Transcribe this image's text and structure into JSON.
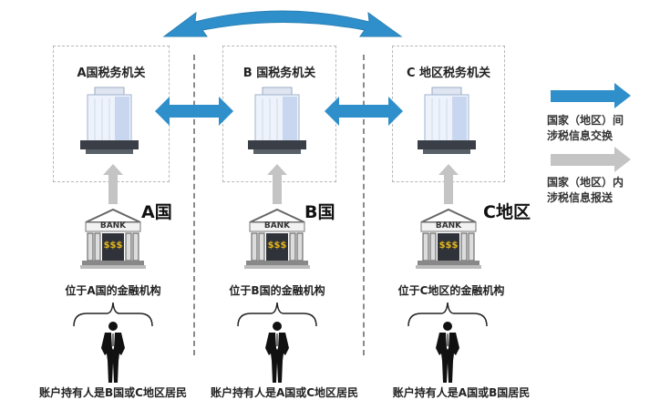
{
  "colors": {
    "exchange_arrow": "#2f8fcb",
    "report_arrow": "#c4c4c4",
    "box_border": "#b7b7b7"
  },
  "jurisdictions": [
    {
      "authority_title": "A国税务机关",
      "country_label": "A国",
      "bank_sign": "BANK",
      "bank_vault": "$$$",
      "institution_caption": "位于A国的金融机构",
      "holder_caption": "账户持有人是B国或C地区居民"
    },
    {
      "authority_title": "B 国税务机关",
      "country_label": "B国",
      "bank_sign": "BANK",
      "bank_vault": "$$$",
      "institution_caption": "位于B国的金融机构",
      "holder_caption": "账户持有人是A国或C地区居民"
    },
    {
      "authority_title": "C 地区税务机关",
      "country_label": "C地区",
      "bank_sign": "BANK",
      "bank_vault": "$$$",
      "institution_caption": "位于C地区的金融机构",
      "holder_caption": "账户持有人是A国或B国居民"
    }
  ],
  "legend": [
    {
      "icon": "blue-arrow-icon",
      "line1": "国家（地区）间",
      "line2": "涉税信息交换"
    },
    {
      "icon": "gray-arrow-icon",
      "line1": "国家（地区）内",
      "line2": "涉税信息报送"
    }
  ]
}
